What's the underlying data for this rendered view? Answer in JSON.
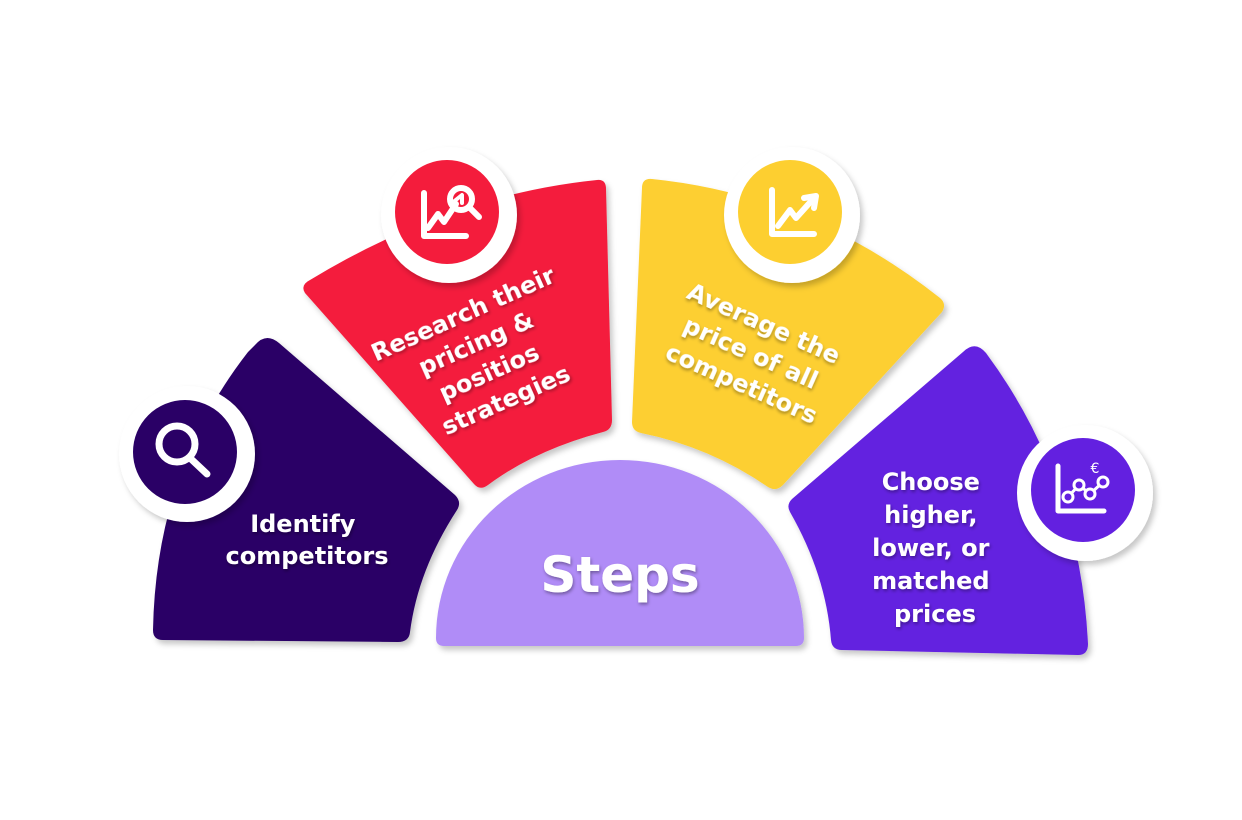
{
  "diagram": {
    "center": {
      "label": "Steps",
      "color": "#b08cf7"
    },
    "steps": [
      {
        "id": 1,
        "lines": [
          "Identify",
          "competitors"
        ],
        "icon": "magnifier-icon",
        "color": "#2a0066"
      },
      {
        "id": 2,
        "lines": [
          "Research their",
          "pricing &",
          "positios",
          "strategies"
        ],
        "icon": "chart-search-icon",
        "color": "#f41c3c"
      },
      {
        "id": 3,
        "lines": [
          "Average the",
          "price of all",
          "competitors"
        ],
        "icon": "chart-growth-icon",
        "color": "#fdcf30"
      },
      {
        "id": 4,
        "lines": [
          "Choose",
          "higher,",
          "lower, or",
          "matched",
          "prices"
        ],
        "icon": "chart-euro-icon",
        "icon_symbol": "€",
        "color": "#6320e0"
      }
    ]
  }
}
